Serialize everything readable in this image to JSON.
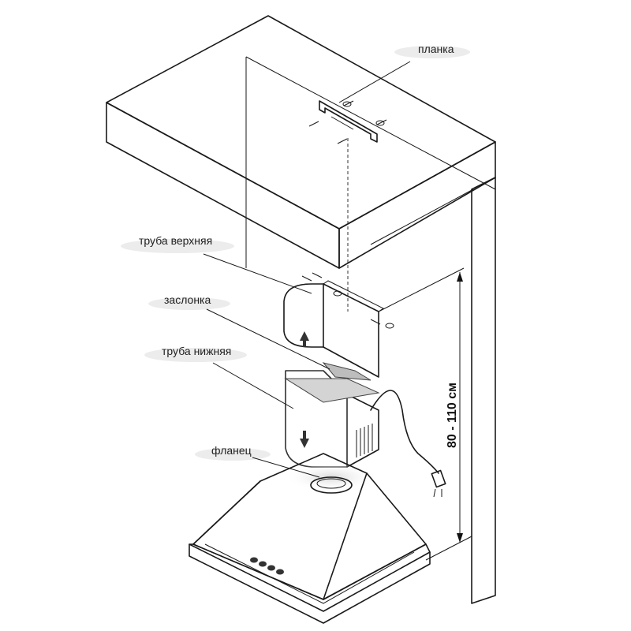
{
  "labels": {
    "bracket": "планка",
    "upper_pipe": "труба верхняя",
    "damper": "заслонка",
    "lower_pipe": "труба нижняя",
    "flange": "фланец"
  },
  "dimension": {
    "text": "80 - 110 см"
  },
  "colors": {
    "line": "#1a1a1a",
    "ceiling_top": "#e6e6e6",
    "ceiling_side": "#d2d2d2",
    "brick": "#cfcfcf",
    "pipe_fill": "#f2f2f2",
    "label_shadow": "#e4e4e4"
  }
}
